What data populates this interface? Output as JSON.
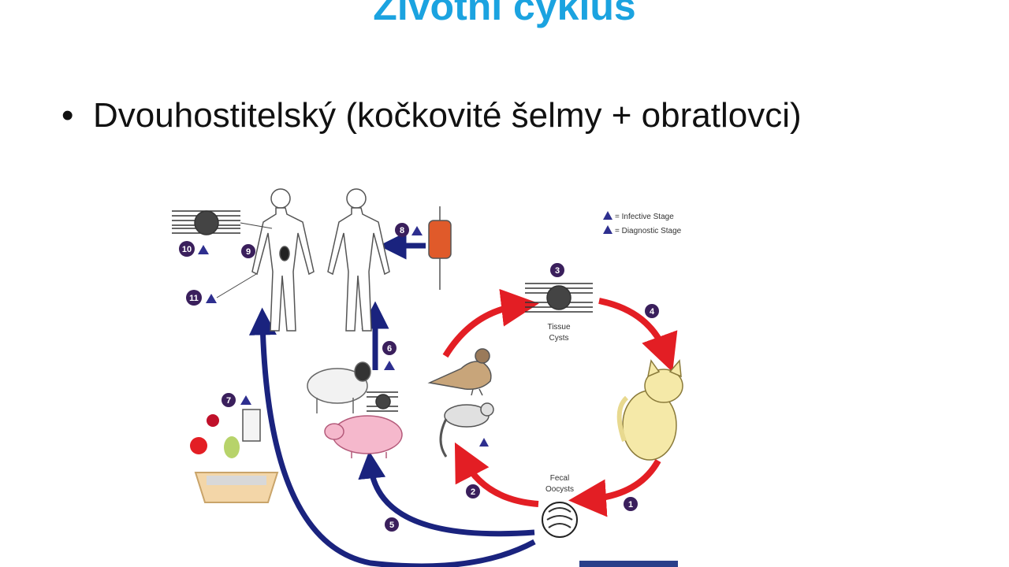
{
  "slide": {
    "title": "Životní cyklus",
    "bullet": "Dvouhostitelský (kočkovité šelmy + obratlovci)"
  },
  "diagram": {
    "legend": {
      "infective": "= Infective Stage",
      "diagnostic": "= Diagnostic Stage"
    },
    "labels": {
      "tissue_line1": "Tissue",
      "tissue_line2": "Cysts",
      "fecal_line1": "Fecal",
      "fecal_line2": "Oocysts"
    },
    "steps": [
      "1",
      "2",
      "3",
      "4",
      "5",
      "6",
      "7",
      "8",
      "9",
      "10",
      "11"
    ],
    "colors": {
      "title": "#1ba3e0",
      "cat_cycle_arrow": "#e31e24",
      "host_arrow": "#1a237e",
      "step_badge": "#3a1f5c",
      "stage_triangle": "#2e2f8f"
    }
  }
}
